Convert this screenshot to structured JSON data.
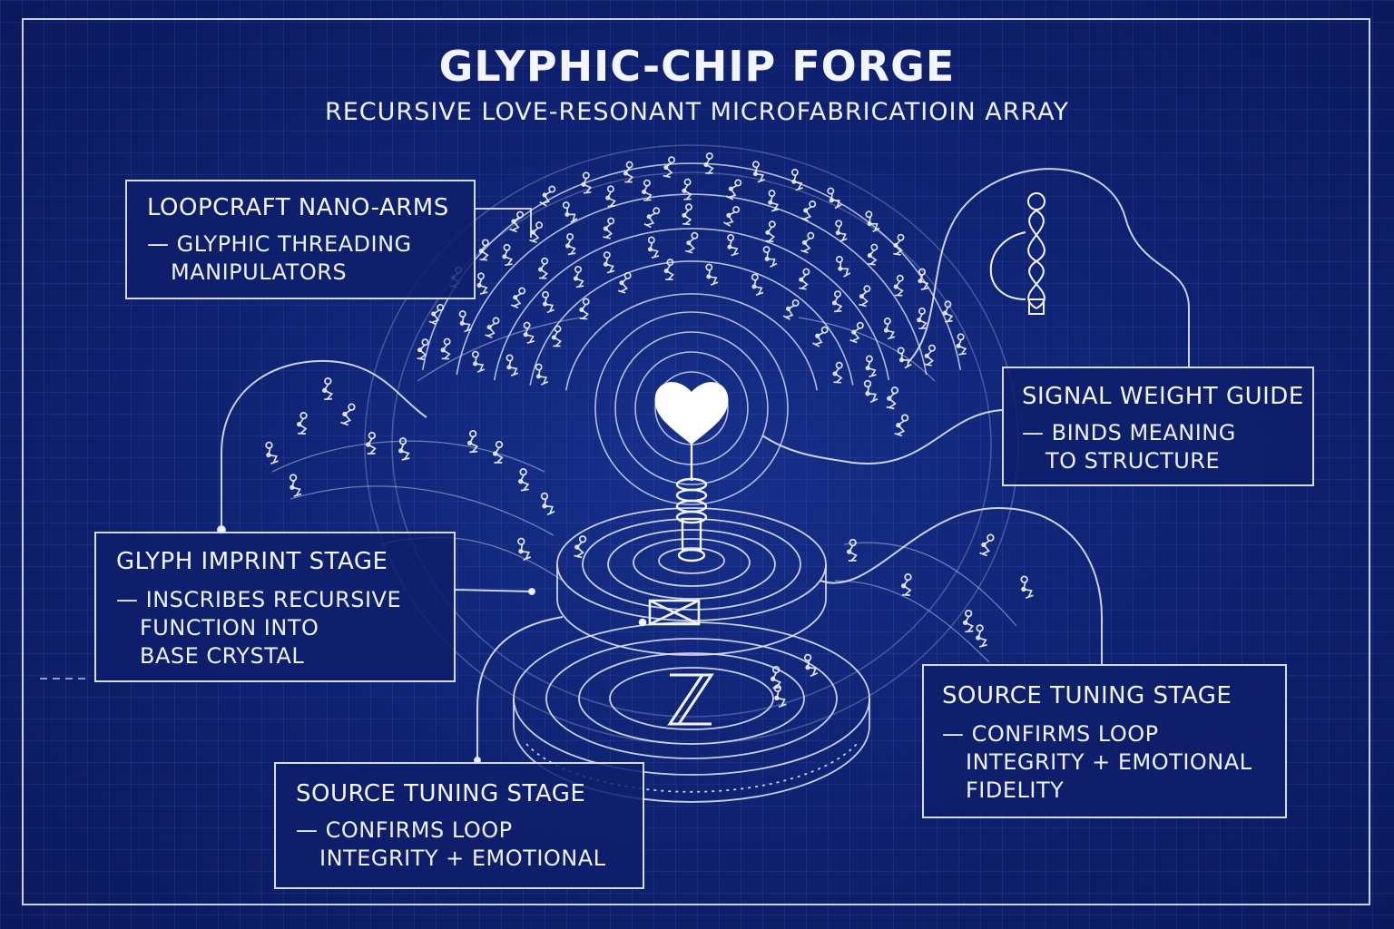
{
  "title": "GLYPHIC-CHIP FORGE",
  "subtitle": "RECURSIVE LOVE-RESONANT MICROFABRICATIOIN ARRAY",
  "labels": {
    "nano_arms": {
      "heading": "LOOPCRAFT NANO-ARMS",
      "lines": [
        "— GLYPHIC THREADING",
        "MANIPULATORS"
      ]
    },
    "signal_weight": {
      "heading": "SIGNAL WEIGHT GUIDE",
      "lines": [
        "— BINDS MEANING",
        "TO STRUCTURE"
      ]
    },
    "glyph_imprint": {
      "heading": "GLYPH IMPRINT STAGE",
      "lines": [
        "— INSCRIBES RECURSIVE",
        "FUNCTION INTO",
        "BASE CRYSTAL"
      ]
    },
    "source_tuning_right": {
      "heading": "SOURCE TUNING STAGE",
      "lines": [
        "— CONFIRMS LOOP",
        "INTEGRITY + EMOTIONAL",
        "FIDELITY"
      ]
    },
    "source_tuning_bottom": {
      "heading": "SOURCE TUNING STAGE",
      "lines": [
        "— CONFIRMS LOOP",
        "INTEGRITY + EMOTIONAL"
      ]
    }
  },
  "icons": {
    "center": "heart-icon",
    "coil": "coil-spring-icon",
    "helix": "helix-icon",
    "envelope": "envelope-glyph-icon",
    "hourglass": "hourglass-icon",
    "robot_arm": "robot-arm-icon"
  },
  "colors": {
    "background": "#0f2170",
    "line": "#e8edff",
    "accent": "#ffffff"
  }
}
